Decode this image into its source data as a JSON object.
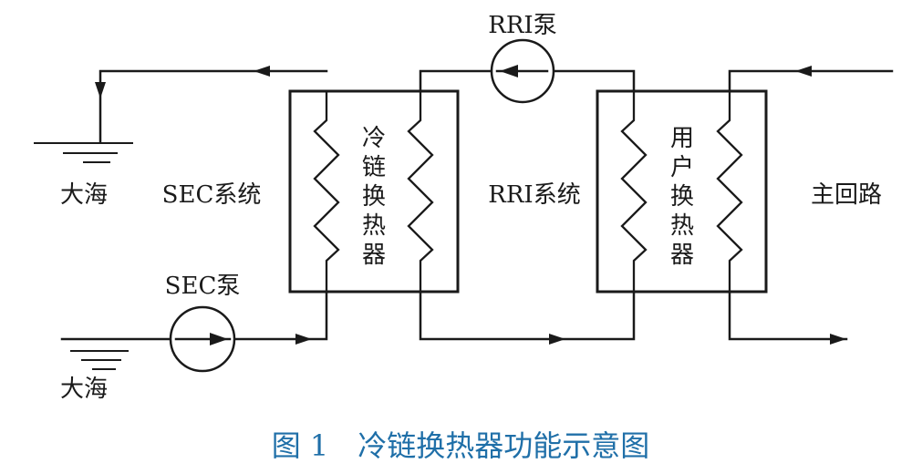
{
  "labels": {
    "rri_pump": "RRI泵",
    "sea_top": "大海",
    "sec_system": "SEC系统",
    "cold_exchanger": [
      "冷",
      "链",
      "换",
      "热",
      "器"
    ],
    "rri_system": "RRI系统",
    "user_exchanger": [
      "用",
      "户",
      "换",
      "热",
      "器"
    ],
    "main_loop": "主回路",
    "sec_pump": "SEC泵",
    "sea_bottom": "大海"
  },
  "caption": "图 1　冷链换热器功能示意图",
  "colors": {
    "line": "#1a1a1a",
    "caption": "#1f6fa8"
  }
}
